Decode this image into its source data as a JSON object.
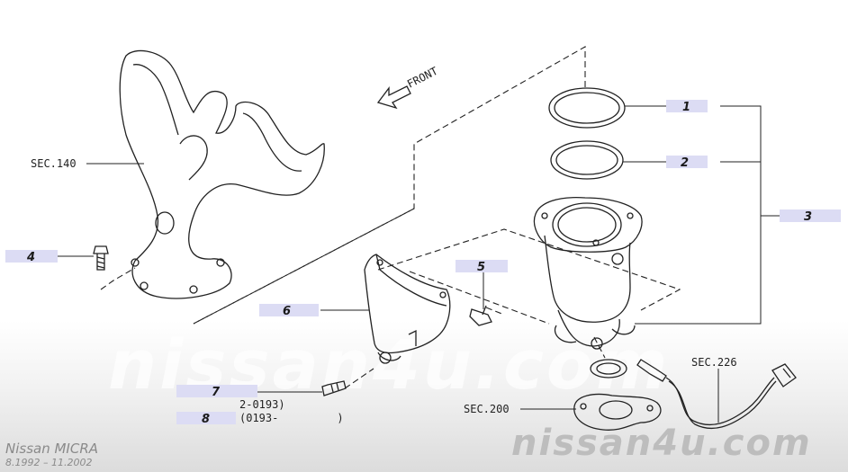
{
  "diagram": {
    "front_label": "FRONT",
    "sec_labels": {
      "sec140": "SEC.140",
      "sec226": "SEC.226",
      "sec200": "SEC.200"
    },
    "callouts": {
      "c1": "1",
      "c2": "2",
      "c3": "3",
      "c4": "4",
      "c5": "5",
      "c6": "6",
      "c7": "7",
      "c8": "8"
    },
    "date_notes": {
      "d7": "2-0193)",
      "d8": "(0193-         )"
    }
  },
  "branding": {
    "model": "Nissan MICRA",
    "dates": "8.1992 – 11.2002",
    "watermark_center": "nissan4u.com",
    "watermark_corner": "nissan4u.com"
  },
  "colors": {
    "callout_highlight": "#dcdcf4",
    "line": "#222222",
    "watermark": "#bdbdbd"
  }
}
